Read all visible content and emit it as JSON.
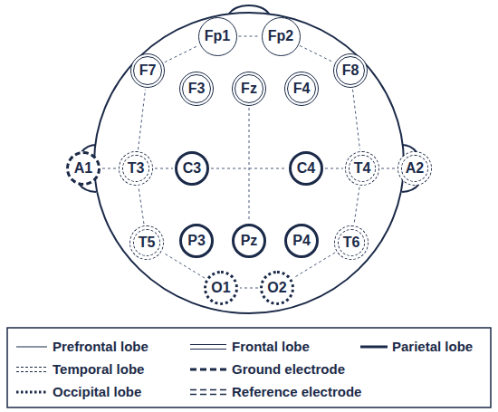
{
  "diagram": {
    "nodes": [
      {
        "text": [
          "Fp1"
        ]
      },
      {
        "text": [
          "Fp2"
        ]
      },
      {
        "text": [
          "F7"
        ]
      },
      {
        "text": [
          "F3"
        ]
      },
      {
        "text": [
          "Fz"
        ]
      },
      {
        "text": [
          "F4"
        ]
      },
      {
        "text": [
          "F8"
        ]
      },
      {
        "text": [
          "A1"
        ]
      },
      {
        "text": [
          "T3"
        ]
      },
      {
        "text": [
          "C3"
        ]
      },
      {
        "text": [
          "C4"
        ]
      },
      {
        "text": [
          "T4"
        ]
      },
      {
        "text": [
          "A2"
        ]
      },
      {
        "text": [
          "T5"
        ]
      },
      {
        "text": [
          "P3"
        ]
      },
      {
        "text": [
          "Pz"
        ]
      },
      {
        "text": [
          "P4"
        ]
      },
      {
        "text": [
          "T6"
        ]
      },
      {
        "text": [
          "O1"
        ]
      },
      {
        "text": [
          "O2"
        ]
      }
    ],
    "edges": [
      {
        "from": 0,
        "to": 1,
        "arrow": "none"
      },
      {
        "from": 1,
        "to": 6,
        "arrow": "none"
      },
      {
        "from": 6,
        "to": 11,
        "arrow": "none"
      },
      {
        "from": 11,
        "to": 17,
        "arrow": "none"
      },
      {
        "from": 17,
        "to": 19,
        "arrow": "none"
      },
      {
        "from": 19,
        "to": 18,
        "arrow": "none"
      },
      {
        "from": 18,
        "to": 13,
        "arrow": "none"
      },
      {
        "from": 13,
        "to": 8,
        "arrow": "none"
      },
      {
        "from": 8,
        "to": 2,
        "arrow": "none"
      },
      {
        "from": 2,
        "to": 0,
        "arrow": "none"
      },
      {
        "from": 7,
        "to": 8,
        "arrow": "none"
      },
      {
        "from": 8,
        "to": 9,
        "arrow": "none"
      },
      {
        "from": 9,
        "to": 10,
        "arrow": "none"
      },
      {
        "from": 10,
        "to": 11,
        "arrow": "none"
      },
      {
        "from": 11,
        "to": 12,
        "arrow": "none"
      },
      {
        "from": 4,
        "to": 15,
        "arrow": "none"
      }
    ],
    "legend": [
      {
        "text": "Prefrontal lobe"
      },
      {
        "text": "Frontal lobe"
      },
      {
        "text": "Parietal lobe"
      },
      {
        "text": "Temporal lobe"
      },
      {
        "text": "Ground electrode"
      },
      {
        "text": "Occipital lobe"
      },
      {
        "text": "Reference electrode"
      }
    ]
  }
}
